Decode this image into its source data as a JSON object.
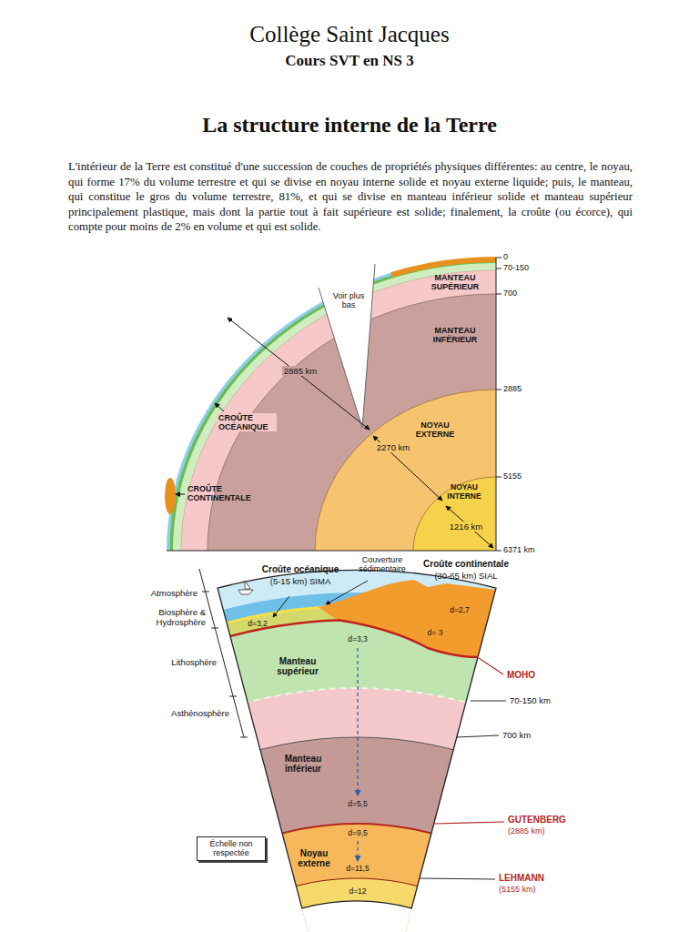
{
  "diagram": {
    "title": "La structure interne de la Terre",
    "nodes": [
      {
        "text": [
          "Échelle non respectée"
        ]
      }
    ],
    "labels": [
      "Collège Saint Jacques",
      "Cours SVT en NS 3",
      "L'intérieur de la Terre est constitué d'une succession de couches de propriétés physiques différentes: au centre, le noyau, qui forme 17% du volume terrestre et qui se divise en noyau interne solide et noyau externe liquide; puis, le manteau, qui constitue le gros du volume terrestre, 81%, et qui se divise en manteau inférieur solide et manteau supérieur principalement plastique, mais dont la partie tout à fait supérieure est solide; finalement, la croûte (ou écorce), qui compte pour moins de 2% en volume et qui est solide.",
      "0",
      "70-150",
      "700",
      "MANTEAU SUPÉRIEUR",
      "Voir plus bas",
      "MANTEAU INFÉRIEUR",
      "2885 km",
      "2885",
      "CROÛTE OCÉANIQUE",
      "NOYAU EXTERNE",
      "2270 km",
      "5155",
      "NOYAU INTERNE",
      "CROÛTE CONTINENTALE",
      "1216 km",
      "6371 km",
      "Croûte océanique",
      "(5-15 km) SIMA",
      "Couverture sédimentaire",
      "Croûte continentale",
      "(30-65 km) SIAL",
      "Atmosphère",
      "Biosphère & Hydrosphère",
      "d=2,7",
      "d=3,2",
      "d=3,3",
      "d= 3",
      "Lithosphère",
      "MOHO",
      "Manteau supérieur",
      "70-150 km",
      "Asthénosphère",
      "700 km",
      "Manteau inférieur",
      "d=5,5",
      "GUTENBERG",
      "(2885 km)",
      "d=9,5",
      "d=11,5",
      "Noyau externe",
      "d=12",
      "LEHMANN",
      "(5155 km)"
    ]
  }
}
